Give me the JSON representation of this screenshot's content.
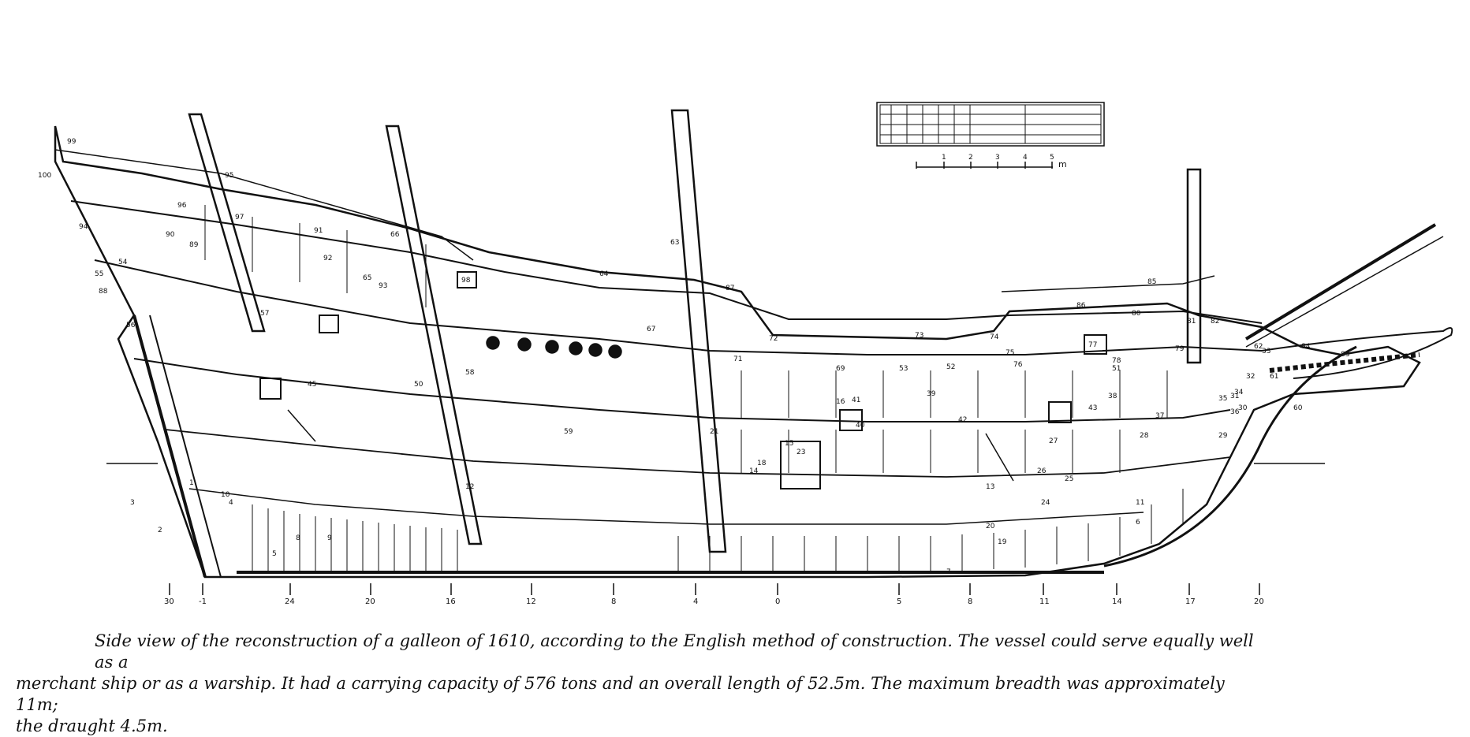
{
  "figure": {
    "scale_bar": {
      "ticks": [
        "1",
        "2",
        "3",
        "4",
        "5"
      ],
      "unit": "m"
    },
    "station_numbers": [
      "30",
      "-1",
      "24",
      "20",
      "16",
      "12",
      "8",
      "4",
      "0",
      "5",
      "8",
      "11",
      "14",
      "17",
      "20"
    ],
    "part_numbers": [
      "100",
      "99",
      "98",
      "97",
      "96",
      "95",
      "94",
      "93",
      "92",
      "91",
      "90",
      "89",
      "88",
      "87",
      "86",
      "85",
      "84",
      "83",
      "82",
      "81",
      "80",
      "79",
      "78",
      "77",
      "76",
      "75",
      "74",
      "73",
      "72",
      "71",
      "69",
      "67",
      "66",
      "65",
      "64",
      "63",
      "62",
      "61",
      "60",
      "59",
      "58",
      "57",
      "56",
      "55",
      "54",
      "53",
      "52",
      "51",
      "50",
      "45",
      "43",
      "42",
      "41",
      "40",
      "39",
      "38",
      "37",
      "36",
      "35",
      "34",
      "33",
      "32",
      "31",
      "30",
      "29",
      "28",
      "27",
      "26",
      "25",
      "24",
      "23",
      "21",
      "20",
      "19",
      "18",
      "16",
      "15",
      "14",
      "13",
      "12",
      "11",
      "10",
      "9",
      "8",
      "7",
      "6",
      "5",
      "4",
      "3",
      "2",
      "1"
    ]
  },
  "caption": {
    "line1": "Side view of the reconstruction of a galleon of 1610, according to the English method of construction. The vessel could serve equally well as a",
    "line2": "merchant ship or as a warship. It had a carrying capacity of 576 tons and an overall length of 52.5m. The maximum breadth was approximately 11m;",
    "line3": "the draught 4.5m."
  }
}
